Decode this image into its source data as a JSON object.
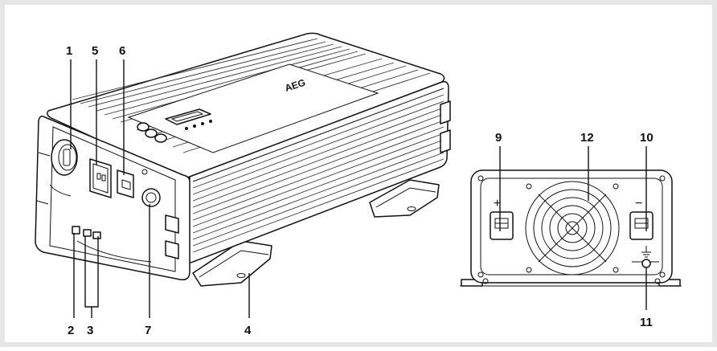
{
  "brand": "AEG",
  "colors": {
    "background": "#e6e6e6",
    "stroke": "#111111",
    "card": "#ffffff"
  },
  "terminals": {
    "positive": "+",
    "negative": "−"
  },
  "callouts": [
    {
      "id": "1",
      "label": "1"
    },
    {
      "id": "2",
      "label": "2"
    },
    {
      "id": "3",
      "label": "3"
    },
    {
      "id": "4",
      "label": "4"
    },
    {
      "id": "5",
      "label": "5"
    },
    {
      "id": "6",
      "label": "6"
    },
    {
      "id": "7",
      "label": "7"
    },
    {
      "id": "9",
      "label": "9"
    },
    {
      "id": "10",
      "label": "10"
    },
    {
      "id": "11",
      "label": "11"
    },
    {
      "id": "12",
      "label": "12"
    }
  ]
}
